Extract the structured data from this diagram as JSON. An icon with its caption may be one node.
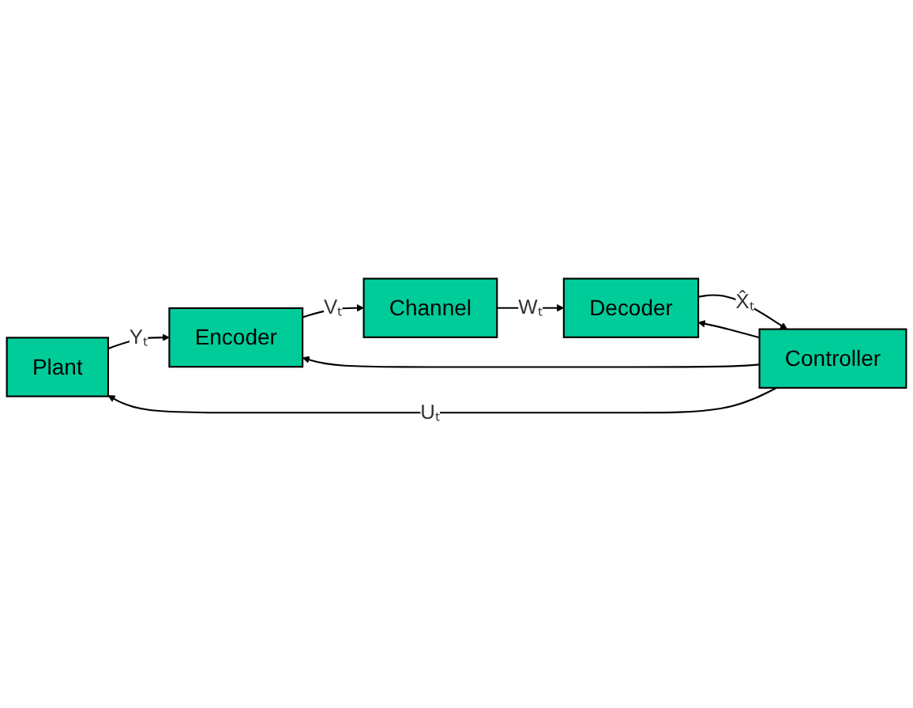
{
  "diagram": {
    "nodes": [
      {
        "text": [
          "Plant"
        ]
      },
      {
        "text": [
          "Encoder"
        ]
      },
      {
        "text": [
          "Channel"
        ]
      },
      {
        "text": [
          "Decoder"
        ]
      },
      {
        "text": [
          "Controller"
        ]
      }
    ],
    "edges": [
      {
        "from": 0,
        "to": 1,
        "arrow": "to",
        "label": "Yₜ"
      },
      {
        "from": 1,
        "to": 2,
        "arrow": "to",
        "label": "Vₜ"
      },
      {
        "from": 2,
        "to": 3,
        "arrow": "to",
        "label": "Wₜ"
      },
      {
        "from": 3,
        "to": 4,
        "arrow": "to",
        "label": "X̂ₜ"
      },
      {
        "from": 4,
        "to": 0,
        "arrow": "to",
        "label": "Uₜ"
      },
      {
        "from": 4,
        "to": 1,
        "arrow": "to"
      },
      {
        "from": 4,
        "to": 3,
        "arrow": "to"
      }
    ]
  }
}
